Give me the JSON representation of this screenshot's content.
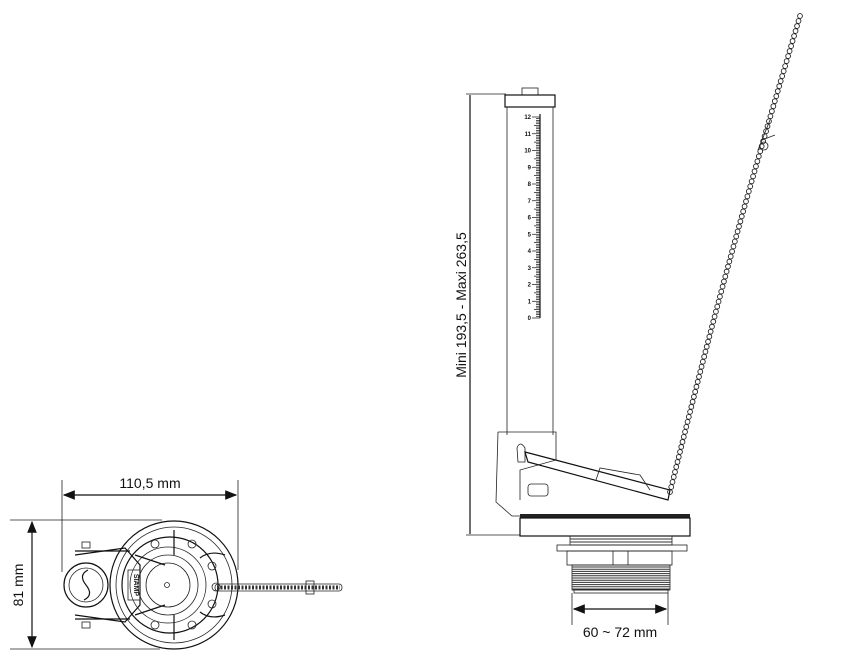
{
  "top_view": {
    "width_label": "110,5 mm",
    "height_label": "81 mm",
    "brand_mark": "SIAMP"
  },
  "side_view": {
    "height_label": "Mini 193,5 - Maxi 263,5",
    "base_label": "60 ~ 72 mm",
    "scale_numbers": [
      "0",
      "1",
      "2",
      "3",
      "4",
      "5",
      "6",
      "7",
      "8",
      "9",
      "10",
      "11",
      "12"
    ]
  }
}
